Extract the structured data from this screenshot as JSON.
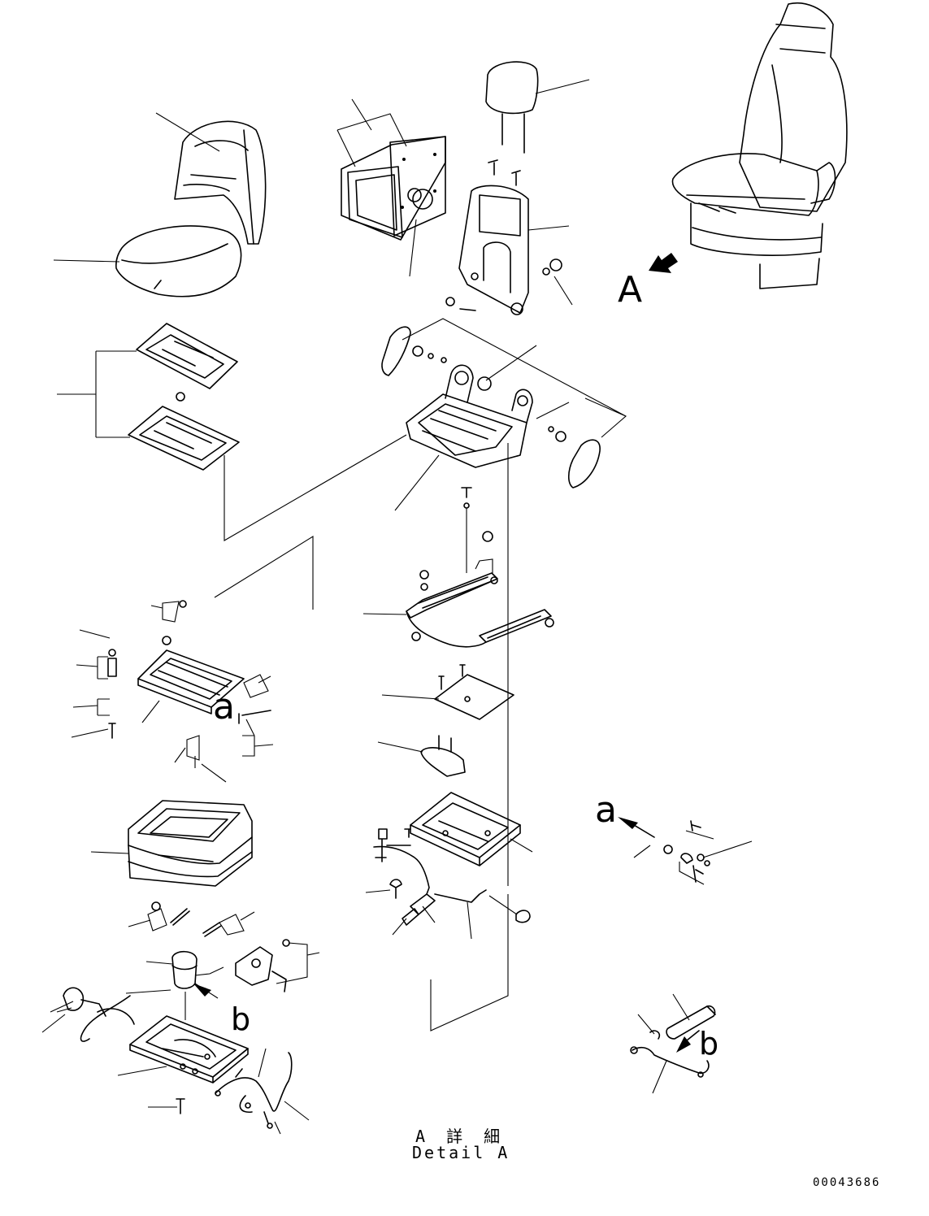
{
  "diagram": {
    "view_label": "A",
    "callouts": {
      "a_upper": "a",
      "a_lower": "a",
      "b_left": "b",
      "b_right": "b"
    },
    "caption_jp": "A 詳 細",
    "caption_en": "Detail A",
    "drawing_number": "00043686"
  }
}
